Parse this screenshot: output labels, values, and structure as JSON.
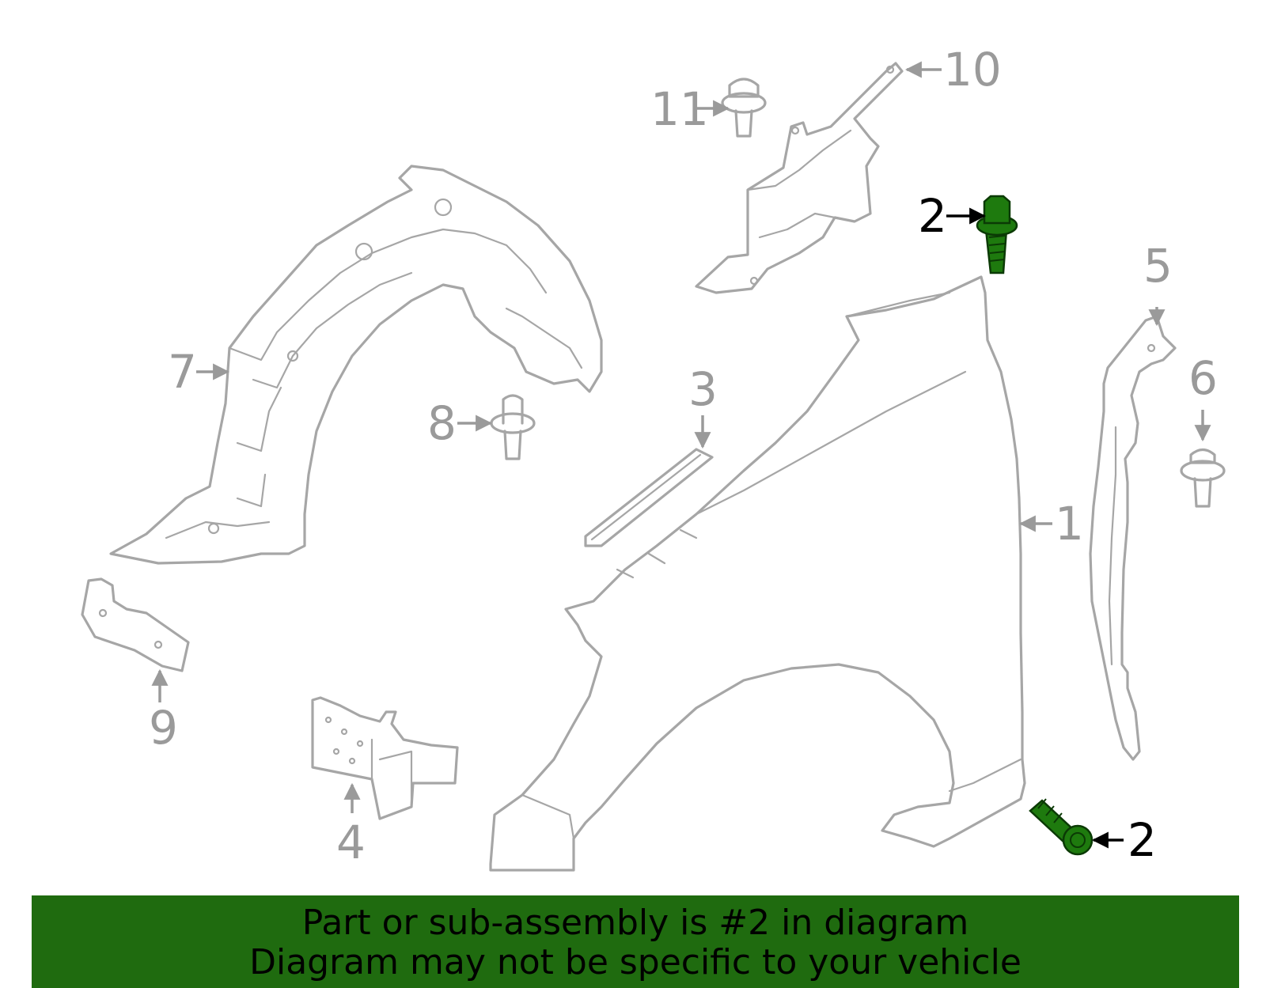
{
  "callouts": {
    "c1": "1",
    "c2a": "2",
    "c2b": "2",
    "c3": "3",
    "c4": "4",
    "c5": "5",
    "c6": "6",
    "c7": "7",
    "c8": "8",
    "c9": "9",
    "c10": "10",
    "c11": "11"
  },
  "highlighted_part": "2",
  "colors": {
    "highlight_part": "#1e7a0e",
    "banner": "#1f6b0f",
    "line_art": "#a6a6a6",
    "dim_label": "#9a9a9a"
  },
  "banner": {
    "line1": "Part or sub-assembly is #2 in diagram",
    "line2": "Diagram may not be specific to your vehicle"
  }
}
